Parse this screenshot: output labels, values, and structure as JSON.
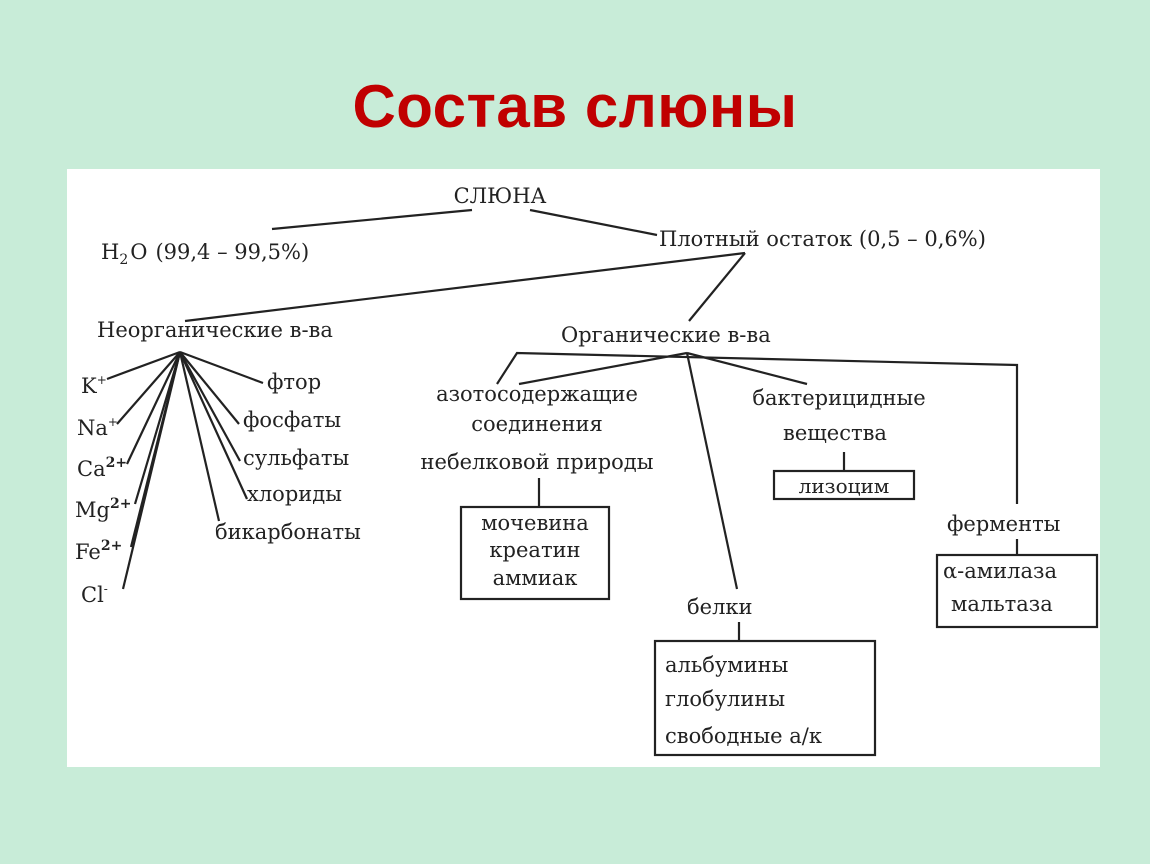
{
  "title": "Состав слюны",
  "root": "СЛЮНА",
  "water": {
    "formula_h": "H",
    "formula_sub": "2",
    "formula_rest": "O",
    "value": "(99,4 – 99,5%)"
  },
  "residue": "Плотный остаток (0,5 – 0,6%)",
  "inorganic": {
    "label": "Неорганические в-ва",
    "ions": [
      {
        "base": "K",
        "sup": "+"
      },
      {
        "base": "Na",
        "sup": "+"
      },
      {
        "base": "Ca",
        "sup": "2+"
      },
      {
        "base": "Mg",
        "sup": "2+"
      },
      {
        "base": "Fe",
        "sup": "2+"
      },
      {
        "base": "Cl",
        "sup": "-"
      }
    ],
    "anions": [
      "фтор",
      "фосфаты",
      "сульфаты",
      "хлориды",
      "бикарбонаты"
    ]
  },
  "organic": {
    "label": "Органические в-ва",
    "nitrogen": {
      "lines": [
        "азотосодержащие",
        "соединения",
        "небелковой природы"
      ],
      "box": [
        "мочевина",
        "креатин",
        "аммиак"
      ]
    },
    "proteins": {
      "label": "белки",
      "box": [
        "альбумины",
        "глобулины",
        "свободные а/к"
      ]
    },
    "bactericidal": {
      "lines": [
        "бактерицидные",
        "вещества"
      ],
      "box": [
        "лизоцим"
      ]
    },
    "enzymes": {
      "label": "ферменты",
      "box": [
        "α-амилаза",
        "мальтаза"
      ]
    }
  }
}
